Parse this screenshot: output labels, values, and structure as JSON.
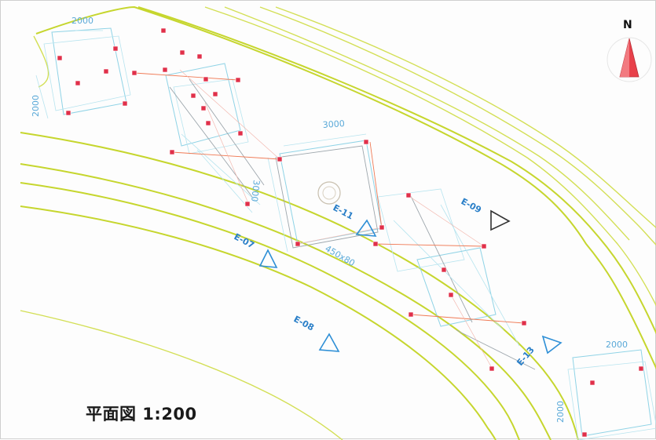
{
  "drawing": {
    "title": "平面図 1:200",
    "north_label": "N"
  },
  "dimensions": {
    "top_left_width": "2000",
    "top_left_height": "2000",
    "center_width": "3000",
    "center_height": "3000",
    "bottom_right_width": "2000",
    "bottom_right_height": "2000",
    "beam_label": "450x80"
  },
  "survey_points": [
    {
      "id": "E-07"
    },
    {
      "id": "E-08"
    },
    {
      "id": "E-09"
    },
    {
      "id": "E-11"
    },
    {
      "id": "E-13"
    }
  ],
  "colors": {
    "contour": "#c6d62e",
    "frame": "#8fd3e6",
    "anchor_point": "#e0304a",
    "anchor_line": "#f07a55",
    "survey_marker": "#2e8fd6",
    "north_arrow": "#e8404a"
  },
  "icons": {
    "north": "north-arrow-icon",
    "survey": "triangle-marker-icon"
  }
}
